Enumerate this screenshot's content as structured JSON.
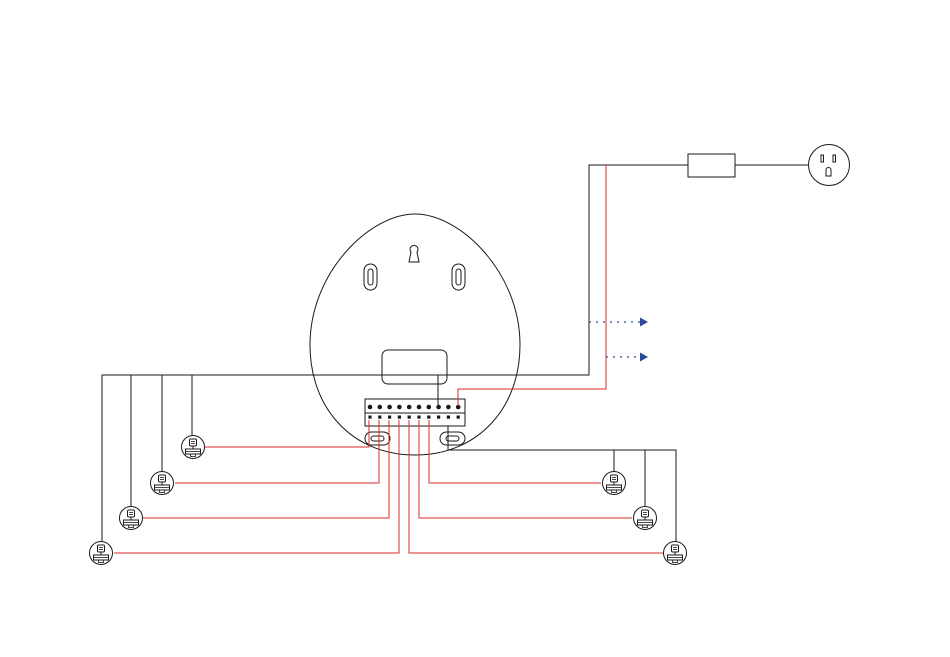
{
  "colors": {
    "line": "#1a1a1a",
    "wire_red": "#d92b2b",
    "signal_blue": "#2c4a9a",
    "background": "#ffffff"
  },
  "icons": {
    "valve": "valve-actuator-icon",
    "outlet": "power-outlet-icon",
    "adapter": "power-adapter-icon",
    "arrow": "arrow-right-icon"
  },
  "terminal_block": {
    "terminals": 10
  },
  "valves": {
    "left_count": 4,
    "right_count": 3
  },
  "signal_outputs": 2
}
